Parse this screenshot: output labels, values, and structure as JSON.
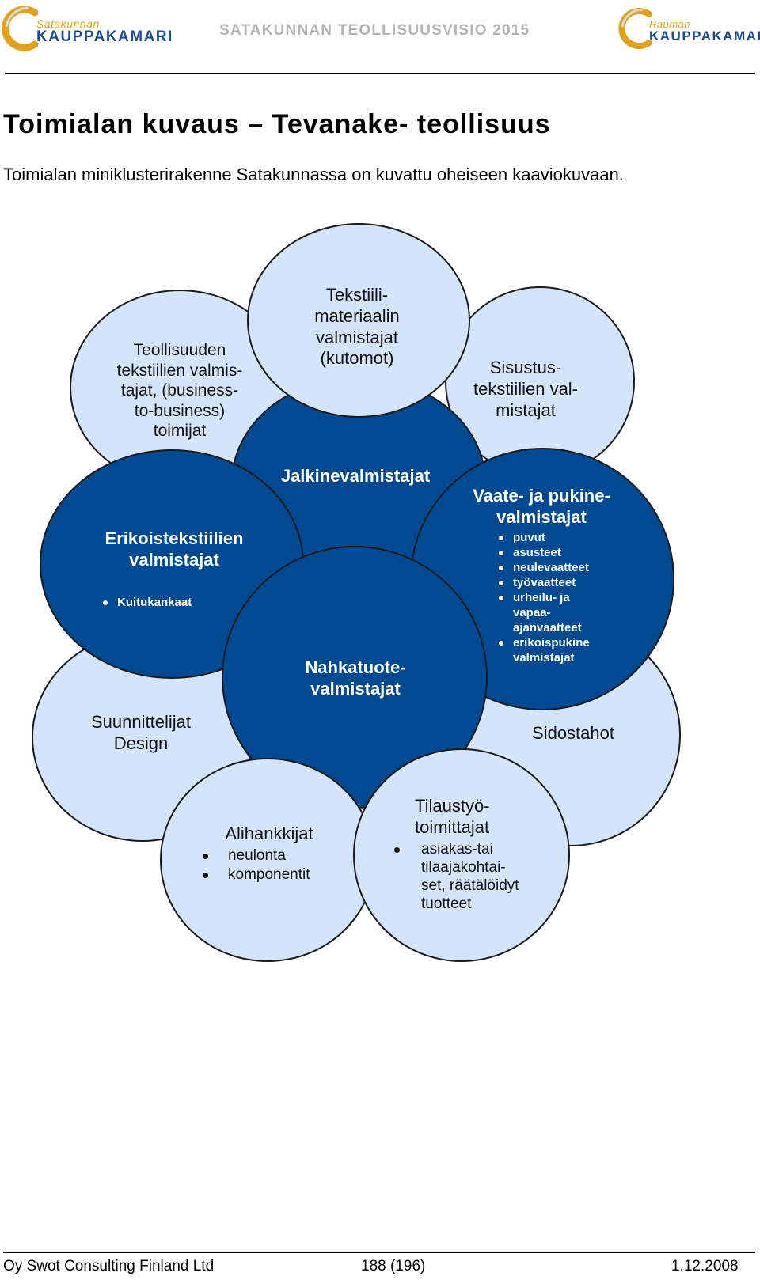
{
  "header": {
    "logo_left": {
      "small": "Satakunnan",
      "big": "KAUPPAKAMARI"
    },
    "logo_right": {
      "small": "Rauman",
      "big": "KAUPPAKAMARI"
    },
    "title": "SATAKUNNAN TEOLLISUUSVISIO 2015"
  },
  "doc": {
    "title": "Toimialan kuvaus – Tevanake- teollisuus",
    "intro": "Toimialan miniklusterirakenne Satakunnassa on kuvattu oheiseen kaaviokuvaan."
  },
  "diagram": {
    "industrial": "Teollisuuden\ntekstiilien valmis-\ntajat, (business-\nto-business)\ntoimijat",
    "textile_material": "Tekstiili-\nmateriaalin\nvalmistajat\n(kutomot)",
    "interior": "Sisustus-\ntekstiilien val-\nmistajat",
    "designers": "Suunnittelijat\nDesign",
    "stakeholders": "Sidostahot",
    "special": {
      "title": "Erikoistekstiilien\nvalmistajat",
      "items": [
        "Kuitukankaat"
      ]
    },
    "footwear": "Jalkinevalmistajat",
    "clothing": {
      "title": "Vaate- ja pukine-\nvalmistajat",
      "items": [
        "puvut",
        "asusteet",
        "neulevaatteet",
        "työvaatteet",
        "urheilu- ja\nvapaa-\najanvaatteet",
        "erikoispukine\nvalmistajat"
      ]
    },
    "leather": "Nahkatuote-\nvalmistajat",
    "subcontractors": {
      "title": "Alihankkijat",
      "items": [
        "neulonta",
        "komponentit"
      ]
    },
    "order_work": {
      "title": "Tilaustyö-\ntoimittajat",
      "items": [
        "asiakas-tai\ntilaajakohtai-\nset, räätälöidyt\ntuotteet"
      ]
    }
  },
  "footer": {
    "company": "Oy Swot Consulting Finland Ltd",
    "page": "188 (196)",
    "date": "1.12.2008"
  },
  "colors": {
    "light_circle": "#d4e5fb",
    "dark_circle": "#014a92",
    "logo_gold": "#e0a21c",
    "logo_blue": "#1d4b8f"
  }
}
